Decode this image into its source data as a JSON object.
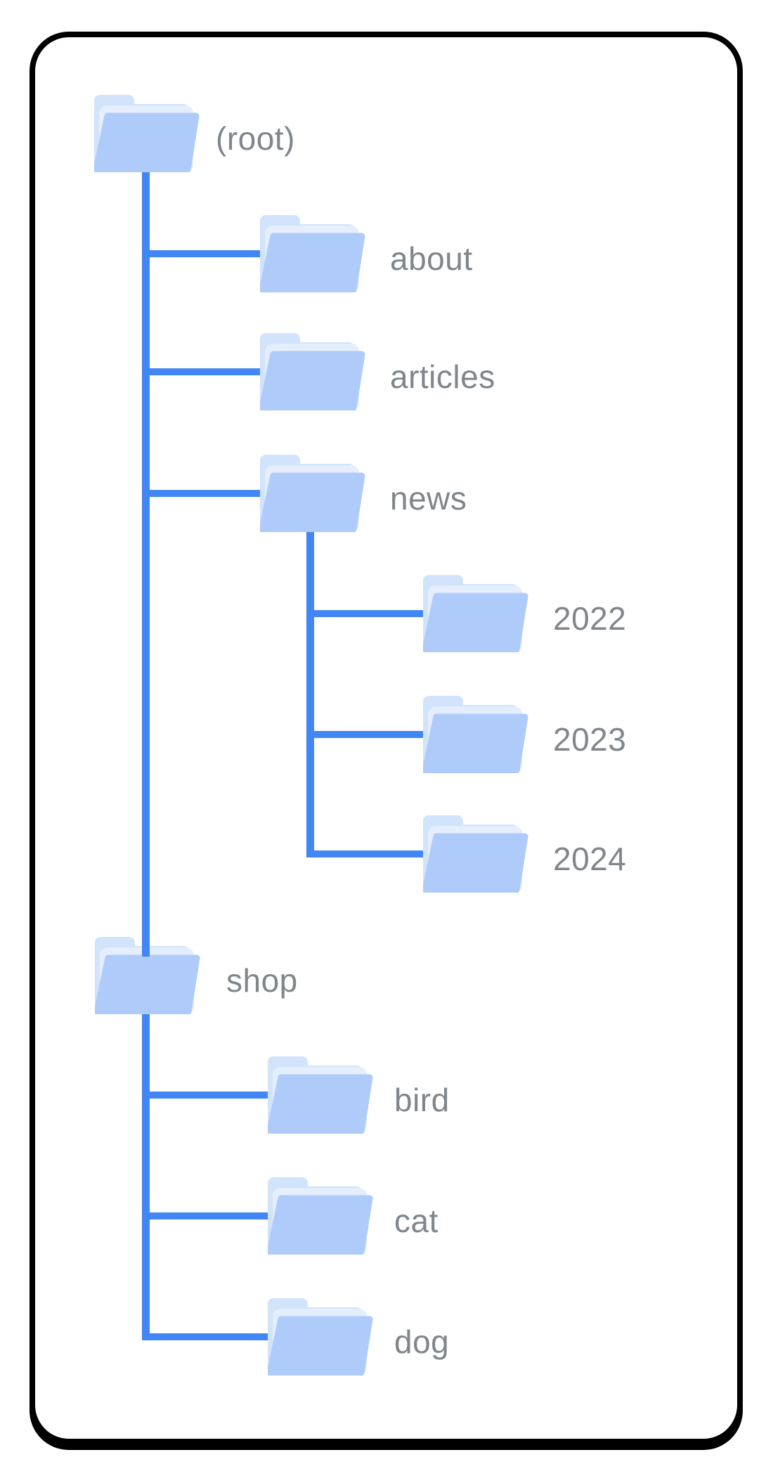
{
  "diagram": {
    "kind": "folder-tree",
    "colors": {
      "line": "#4285f4",
      "folder_front": "#aecbfa",
      "folder_back": "#d2e3fc",
      "folder_sheet": "#e4eefd",
      "label": "#80868b",
      "border": "#000000",
      "background": "#ffffff"
    }
  },
  "tree": {
    "root": {
      "label": "(root)",
      "children": [
        {
          "label": "about"
        },
        {
          "label": "articles"
        },
        {
          "label": "news",
          "children": [
            {
              "label": "2022"
            },
            {
              "label": "2023"
            },
            {
              "label": "2024"
            }
          ]
        },
        {
          "label": "shop",
          "children": [
            {
              "label": "bird"
            },
            {
              "label": "cat"
            },
            {
              "label": "dog"
            }
          ]
        }
      ]
    }
  }
}
